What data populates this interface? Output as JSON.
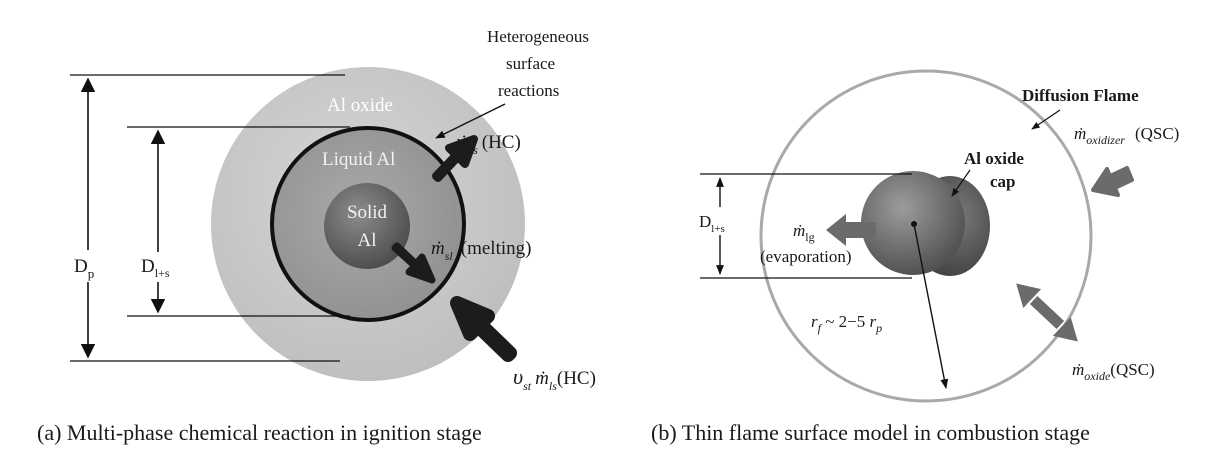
{
  "panel_a": {
    "caption": "(a) Multi-phase chemical reaction in ignition stage",
    "annotation_heterogeneous": [
      "Heterogeneous",
      "surface",
      "reactions"
    ],
    "layer_oxide": "Al oxide",
    "layer_liquid": "Liquid Al",
    "core_solid": [
      "Solid",
      "Al"
    ],
    "dim_outer": {
      "symbol": "D",
      "subscript": "p"
    },
    "dim_inner": {
      "symbol": "D",
      "subscript": "l+s"
    },
    "flux_ls": {
      "symbol": "ṁ",
      "subscript": "ls",
      "note": "(HC)"
    },
    "flux_sl": {
      "symbol": "ṁ",
      "subscript": "sl",
      "note": "(melting)"
    },
    "flux_oxide": {
      "prefix": "υ",
      "prefix_subscript": "st",
      "symbol": "ṁ",
      "subscript": "ls",
      "note": "(HC)"
    },
    "colors": {
      "oxide": "#c4c4c4",
      "liquid": "#9a9a9a",
      "solid": "#5f5f5f",
      "boundary": "#111111",
      "arrow": "#1c1c1c"
    }
  },
  "panel_b": {
    "caption": "(b) Thin flame surface model in combustion stage",
    "flame_label": "Diffusion Flame",
    "cap_label": [
      "Al oxide",
      "cap"
    ],
    "dim_inner": {
      "symbol": "D",
      "subscript": "l+s"
    },
    "flux_evap": {
      "symbol": "ṁ",
      "subscript": "lg",
      "note": "(evaporation)"
    },
    "flux_oxidizer": {
      "symbol": "ṁ",
      "subscript": "oxidizer",
      "note": "(QSC)"
    },
    "flux_oxide": {
      "symbol": "ṁ",
      "subscript": "oxide",
      "note": "(QSC)"
    },
    "radius": {
      "r": "r",
      "r_sub": "f",
      "middle": " ~ 2−5 ",
      "rp": "r",
      "rp_sub": "p"
    },
    "colors": {
      "flame_ring": "#a9a9a9",
      "particle": "#6a6a6a",
      "cap": "#4f4f4f",
      "arrow": "#6b6b6b"
    }
  }
}
